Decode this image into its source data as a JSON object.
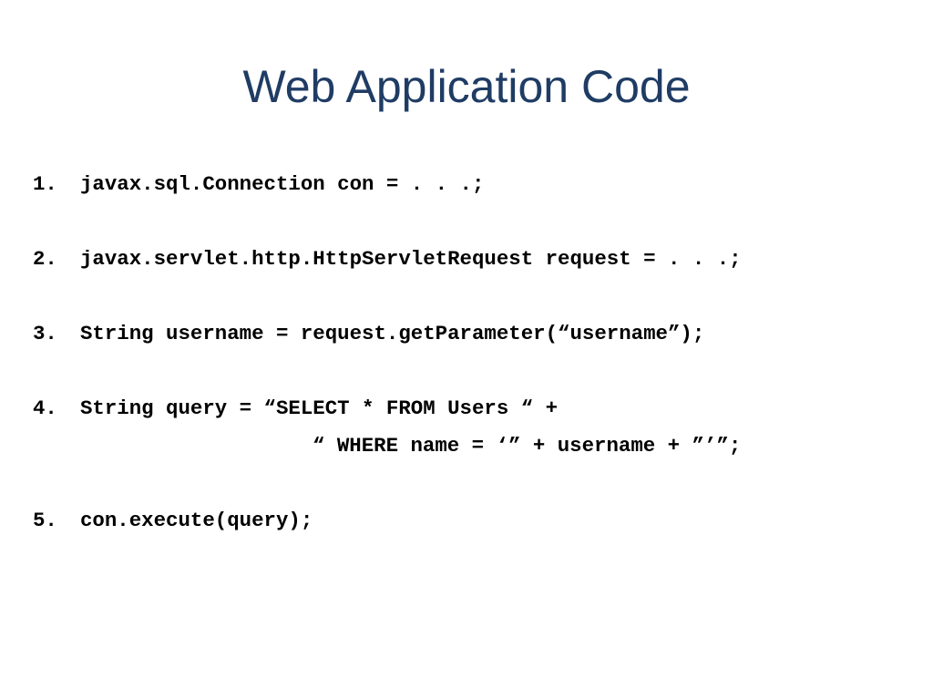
{
  "slide": {
    "title": "Web Application Code",
    "lines": [
      {
        "number": "1.",
        "code": "javax.sql.Connection con = . . .;"
      },
      {
        "number": "2.",
        "code": "javax.servlet.http.HttpServletRequest request = . . .;"
      },
      {
        "number": "3.",
        "code": "String username = request.getParameter(“username”);"
      },
      {
        "number": "4.",
        "code": "String query = “SELECT * FROM Users “ +"
      },
      {
        "number": "",
        "code": "“ WHERE name = ‘” + username + ”’”;"
      },
      {
        "number": "5.",
        "code": "con.execute(query);"
      }
    ]
  }
}
